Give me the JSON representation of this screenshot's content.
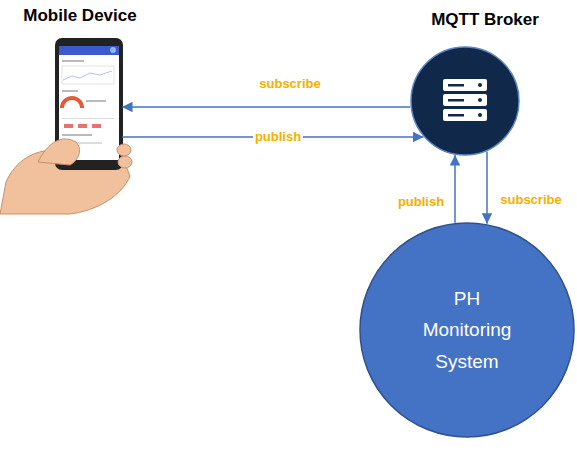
{
  "diagram": {
    "nodes": [
      {
        "text": [
          "Mobile Device"
        ]
      },
      {
        "text": [
          "MQTT Broker"
        ]
      },
      {
        "text": [
          "PH Monitoring System"
        ]
      }
    ],
    "edges": [
      {
        "from": 1,
        "to": 0,
        "arrow": "to",
        "label": "subscribe"
      },
      {
        "from": 0,
        "to": 1,
        "arrow": "to",
        "label": "publish"
      },
      {
        "from": 2,
        "to": 1,
        "arrow": "to",
        "label": "publish"
      },
      {
        "from": 1,
        "to": 2,
        "arrow": "to",
        "label": "subscribe"
      }
    ]
  }
}
